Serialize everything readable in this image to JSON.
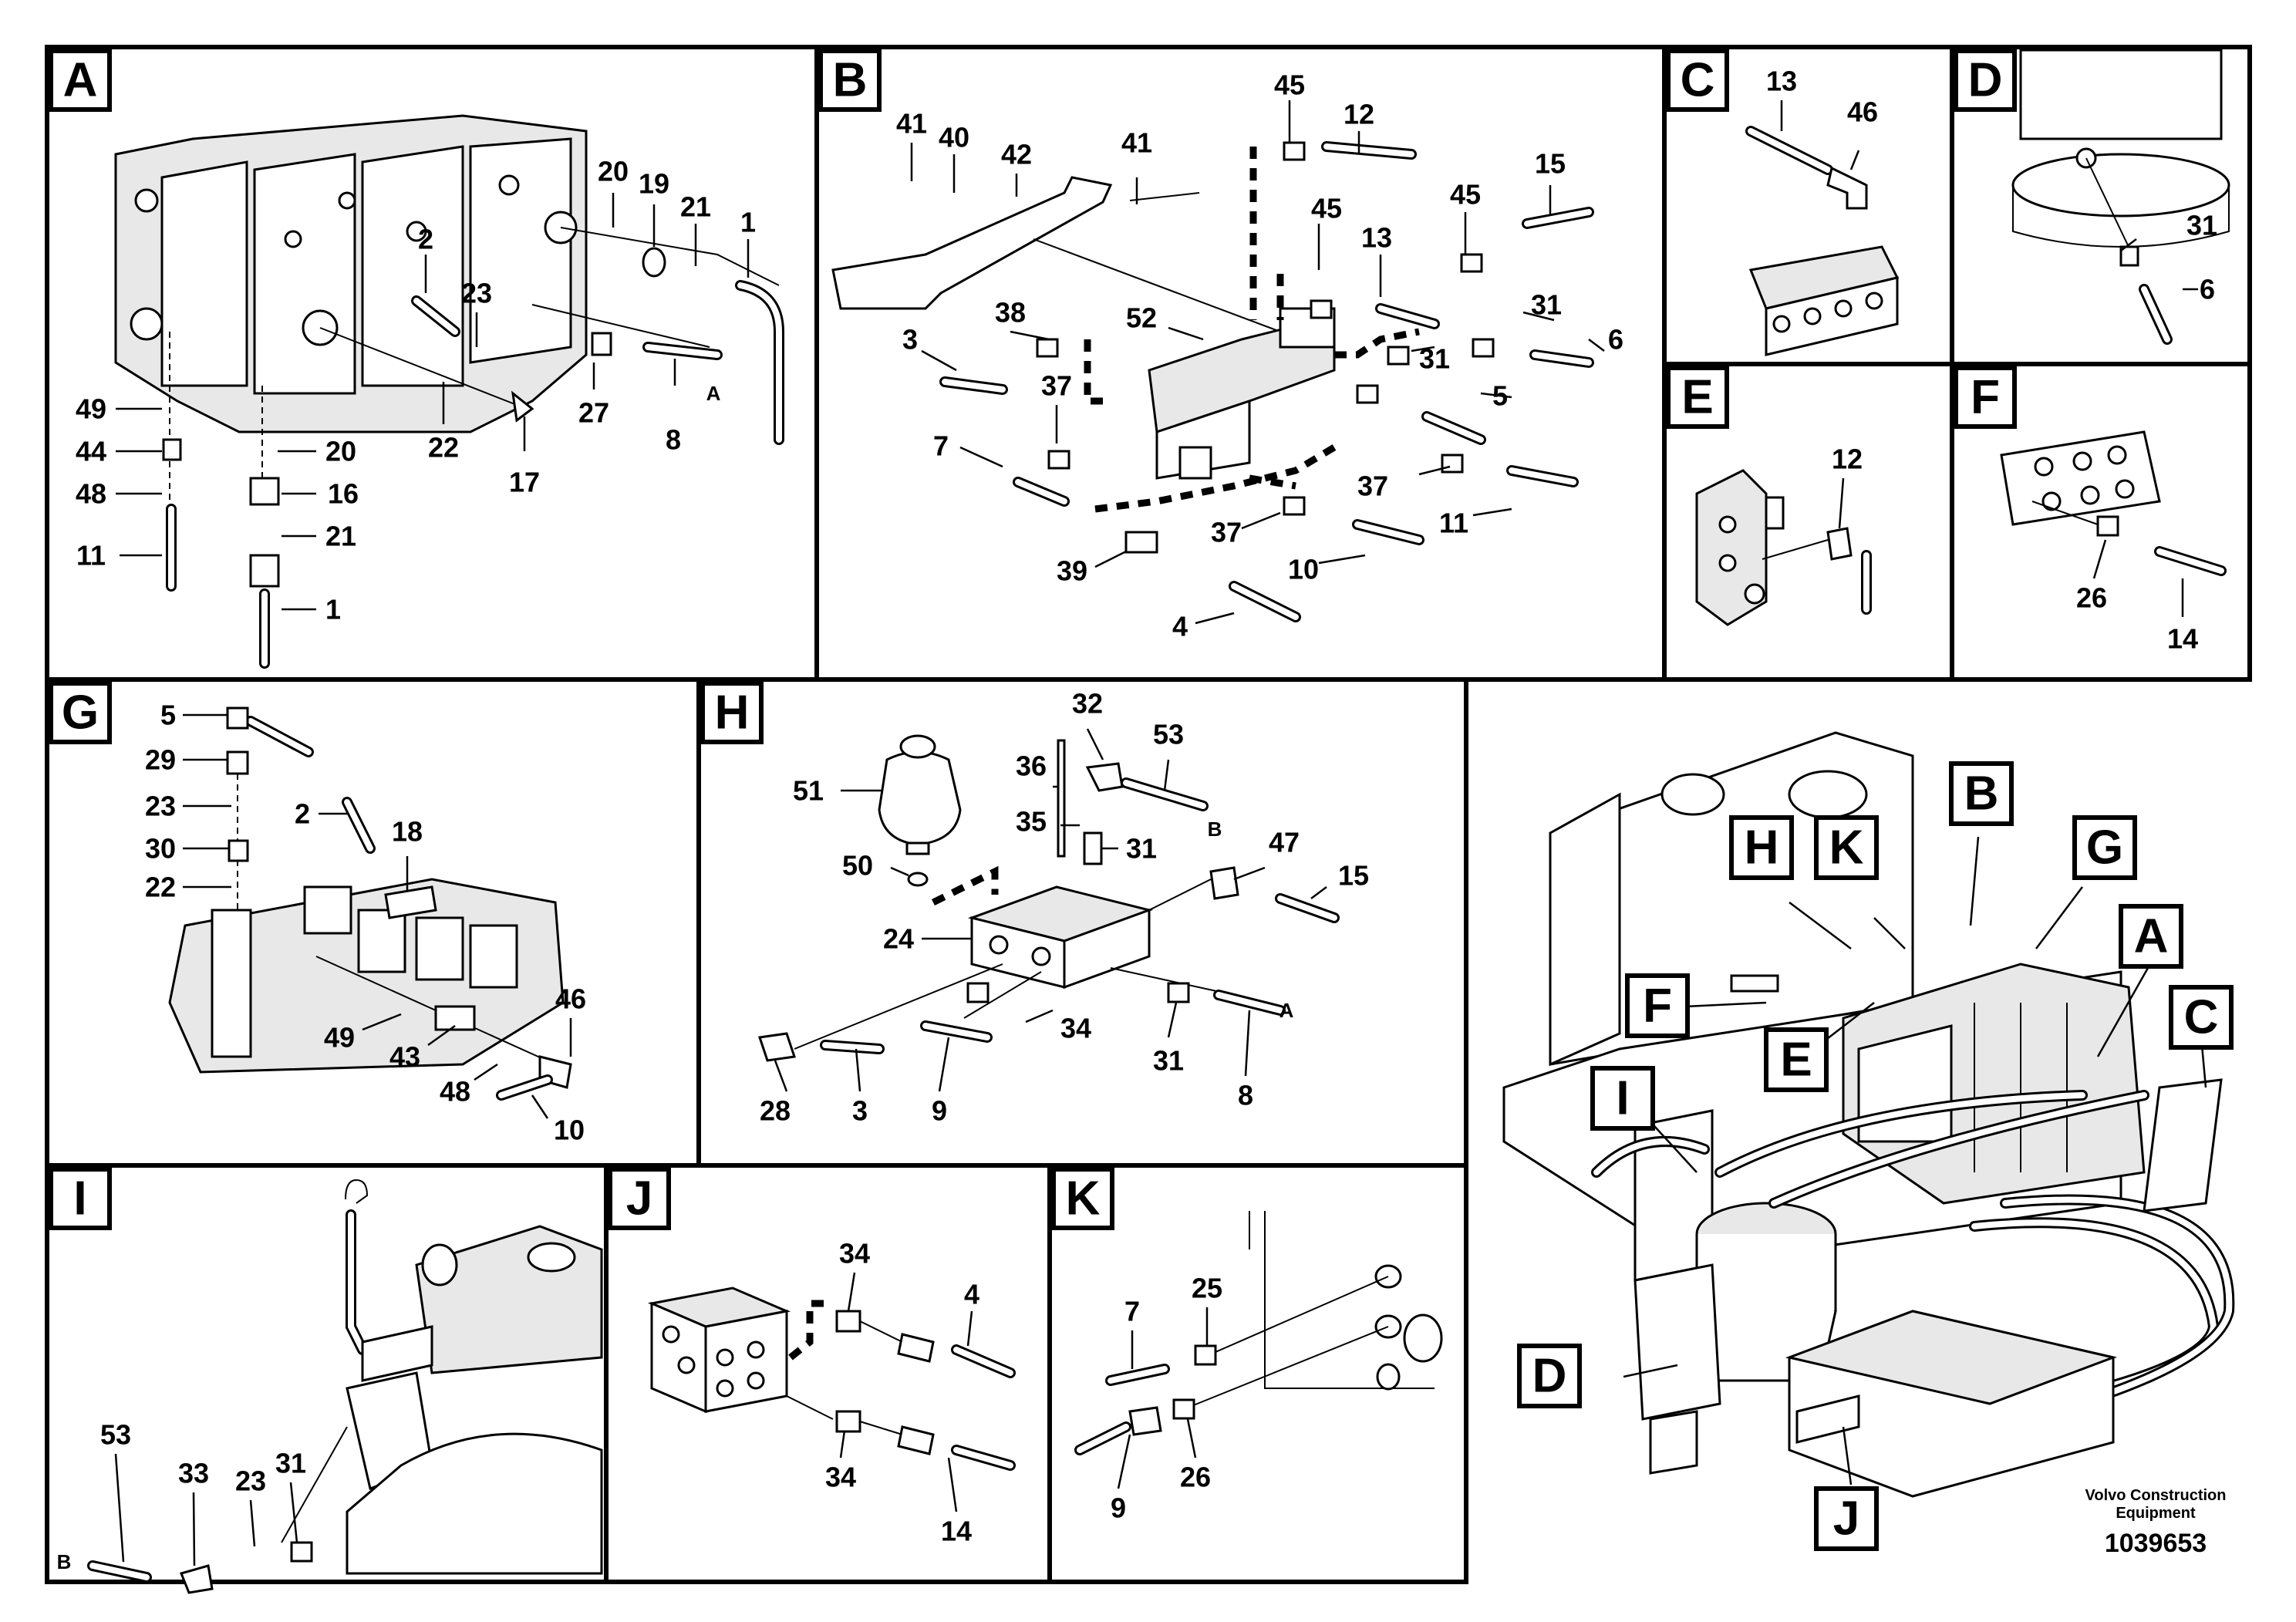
{
  "panels": [
    {
      "letter": "A",
      "callouts": [
        "20",
        "19",
        "21",
        "1",
        "2",
        "23",
        "49",
        "44",
        "48",
        "11",
        "20",
        "16",
        "21",
        "1",
        "22",
        "17",
        "27",
        "8",
        "A"
      ]
    },
    {
      "letter": "B",
      "callouts": [
        "41",
        "40",
        "42",
        "41",
        "45",
        "12",
        "38",
        "52",
        "3",
        "37",
        "7",
        "45",
        "15",
        "45",
        "13",
        "31",
        "6",
        "31",
        "5",
        "37",
        "11",
        "37",
        "10",
        "39",
        "4"
      ]
    },
    {
      "letter": "C",
      "callouts": [
        "13",
        "46"
      ]
    },
    {
      "letter": "D",
      "callouts": [
        "31",
        "6"
      ]
    },
    {
      "letter": "E",
      "callouts": [
        "12"
      ]
    },
    {
      "letter": "F",
      "callouts": [
        "26",
        "14"
      ]
    },
    {
      "letter": "G",
      "callouts": [
        "5",
        "29",
        "23",
        "30",
        "22",
        "2",
        "18",
        "46",
        "49",
        "43",
        "48",
        "10"
      ]
    },
    {
      "letter": "H",
      "callouts": [
        "32",
        "53",
        "36",
        "B",
        "51",
        "35",
        "31",
        "47",
        "15",
        "50",
        "24",
        "34",
        "31",
        "8",
        "A",
        "28",
        "3",
        "9"
      ]
    },
    {
      "letter": "I",
      "callouts": [
        "53",
        "33",
        "23",
        "31",
        "B"
      ]
    },
    {
      "letter": "J",
      "callouts": [
        "34",
        "4",
        "34",
        "14"
      ]
    },
    {
      "letter": "K",
      "callouts": [
        "25",
        "7",
        "26",
        "9"
      ]
    }
  ],
  "overview": {
    "badges": [
      "B",
      "H",
      "K",
      "G",
      "A",
      "C",
      "F",
      "E",
      "I",
      "D",
      "J"
    ]
  },
  "brand": {
    "line1": "Volvo Construction",
    "line2": "Equipment",
    "doc_number": "1039653"
  }
}
